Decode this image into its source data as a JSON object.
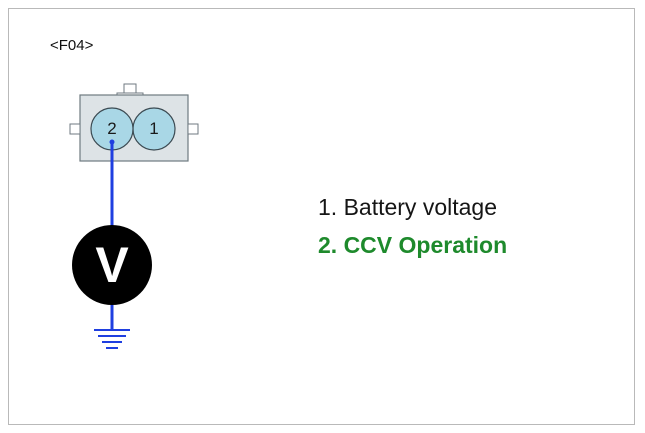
{
  "connector": {
    "id": "<F04>",
    "pins": [
      {
        "number": "1",
        "highlighted": false
      },
      {
        "number": "2",
        "highlighted": true
      }
    ]
  },
  "meter": {
    "label": "V",
    "probe_pin": "2",
    "ground": true
  },
  "legend": {
    "items": [
      {
        "text": "1. Battery voltage",
        "color": "#151515",
        "bold": false
      },
      {
        "text": "2. CCV Operation",
        "color": "#1e8a2c",
        "bold": true
      }
    ]
  },
  "colors": {
    "wire": "#1f3fe0",
    "pin_highlight": "#a9d7e6",
    "connector_body": "#dde3e6",
    "meter_fill": "#000000"
  }
}
